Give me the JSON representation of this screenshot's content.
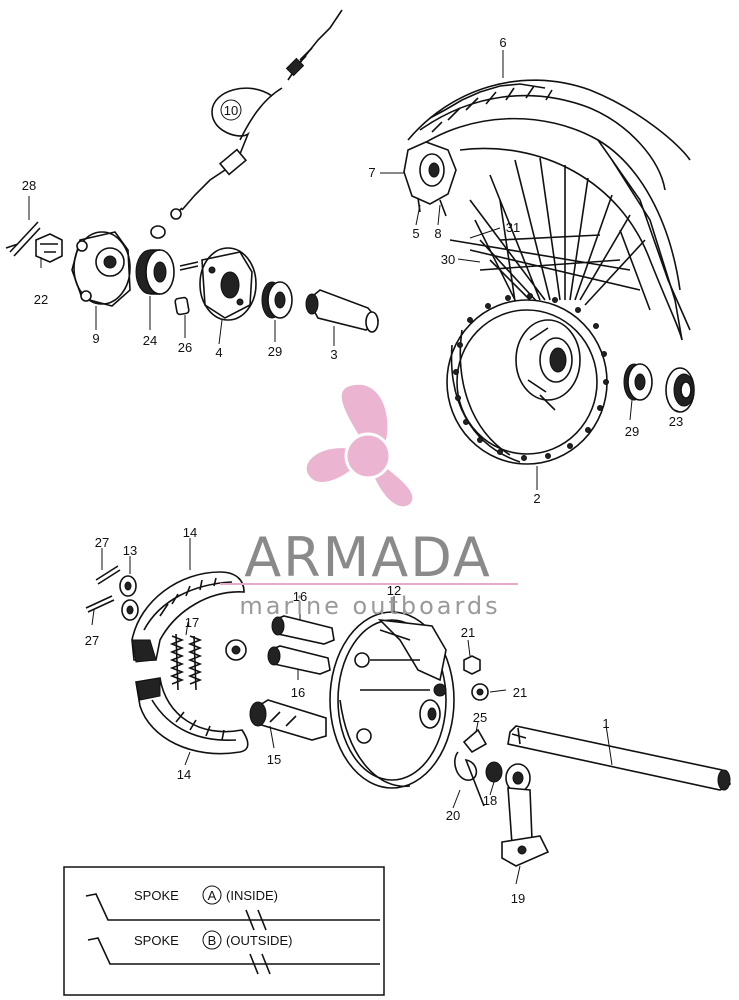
{
  "callouts": [
    {
      "id": "c1",
      "text": "1"
    },
    {
      "id": "c2",
      "text": "2"
    },
    {
      "id": "c3",
      "text": "3"
    },
    {
      "id": "c4",
      "text": "4"
    },
    {
      "id": "c5",
      "text": "5"
    },
    {
      "id": "c6",
      "text": "6"
    },
    {
      "id": "c7",
      "text": "7"
    },
    {
      "id": "c8",
      "text": "8"
    },
    {
      "id": "c9",
      "text": "9"
    },
    {
      "id": "c10",
      "text": "10"
    },
    {
      "id": "c12",
      "text": "12"
    },
    {
      "id": "c13",
      "text": "13"
    },
    {
      "id": "c14a",
      "text": "14"
    },
    {
      "id": "c14b",
      "text": "14"
    },
    {
      "id": "c15",
      "text": "15"
    },
    {
      "id": "c16a",
      "text": "16"
    },
    {
      "id": "c16b",
      "text": "16"
    },
    {
      "id": "c17",
      "text": "17"
    },
    {
      "id": "c18",
      "text": "18"
    },
    {
      "id": "c19",
      "text": "19"
    },
    {
      "id": "c20",
      "text": "20"
    },
    {
      "id": "c21a",
      "text": "21"
    },
    {
      "id": "c21b",
      "text": "21"
    },
    {
      "id": "c22",
      "text": "22"
    },
    {
      "id": "c23",
      "text": "23"
    },
    {
      "id": "c24",
      "text": "24"
    },
    {
      "id": "c25",
      "text": "25"
    },
    {
      "id": "c26",
      "text": "26"
    },
    {
      "id": "c27a",
      "text": "27"
    },
    {
      "id": "c27b",
      "text": "27"
    },
    {
      "id": "c28",
      "text": "28"
    },
    {
      "id": "c29a",
      "text": "29"
    },
    {
      "id": "c29b",
      "text": "29"
    },
    {
      "id": "c30",
      "text": "30"
    },
    {
      "id": "c31",
      "text": "31"
    }
  ],
  "legend": {
    "spoke_a": {
      "word": "SPOKE",
      "letter": "A",
      "note": "(INSIDE)"
    },
    "spoke_b": {
      "word": "SPOKE",
      "letter": "B",
      "note": "(OUTSIDE)"
    }
  },
  "watermark": {
    "title": "ARMADA",
    "subtitle": "marine outboards",
    "logo": "propeller-logo",
    "color": "#e8a8c8"
  }
}
